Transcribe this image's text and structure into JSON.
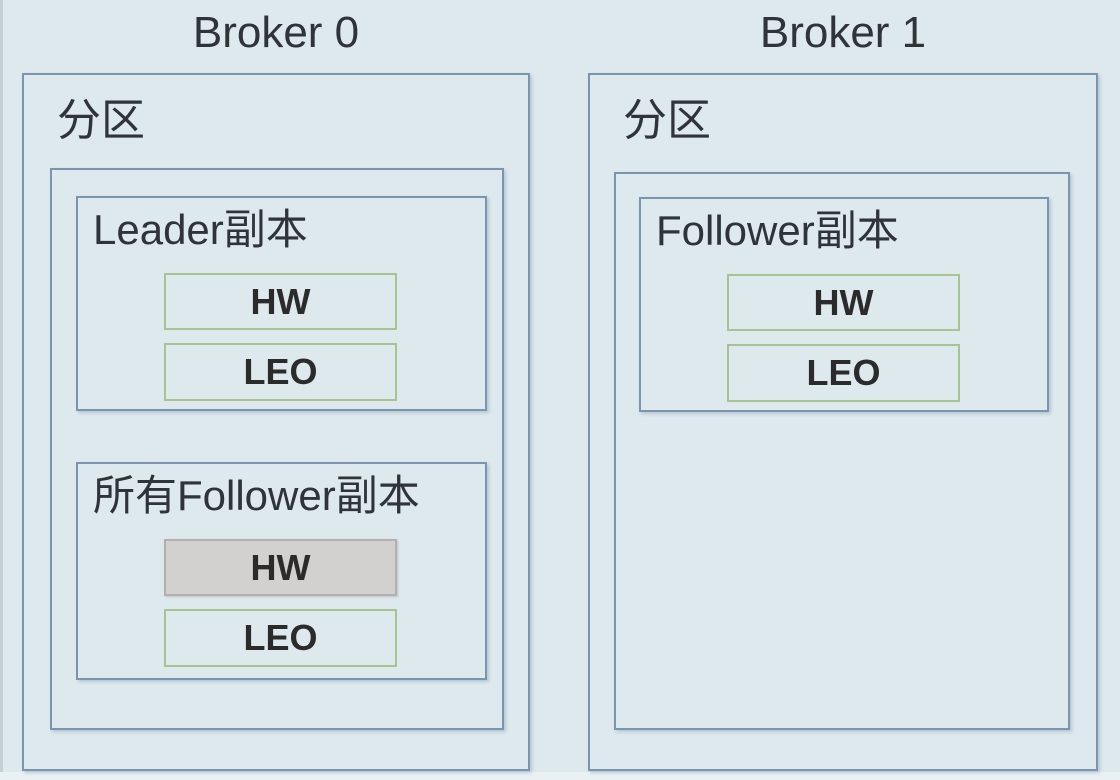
{
  "colors": {
    "background": "#dee9ed",
    "box_border_blue": "#7b94af",
    "cell_border_green": "#a6c391",
    "cell_fill_gray": "#d3d1cf",
    "cell_border_gray": "#b2afac",
    "text": "#2f3438"
  },
  "brokers": [
    {
      "title": "Broker 0",
      "partition_label": "分区",
      "replica_groups": [
        {
          "label": "Leader副本",
          "items": [
            {
              "label": "HW",
              "style": "green"
            },
            {
              "label": "LEO",
              "style": "green"
            }
          ]
        },
        {
          "label": "所有Follower副本",
          "items": [
            {
              "label": "HW",
              "style": "gray"
            },
            {
              "label": "LEO",
              "style": "green"
            }
          ]
        }
      ]
    },
    {
      "title": "Broker 1",
      "partition_label": "分区",
      "replica_groups": [
        {
          "label": "Follower副本",
          "items": [
            {
              "label": "HW",
              "style": "green"
            },
            {
              "label": "LEO",
              "style": "green"
            }
          ]
        }
      ]
    }
  ]
}
